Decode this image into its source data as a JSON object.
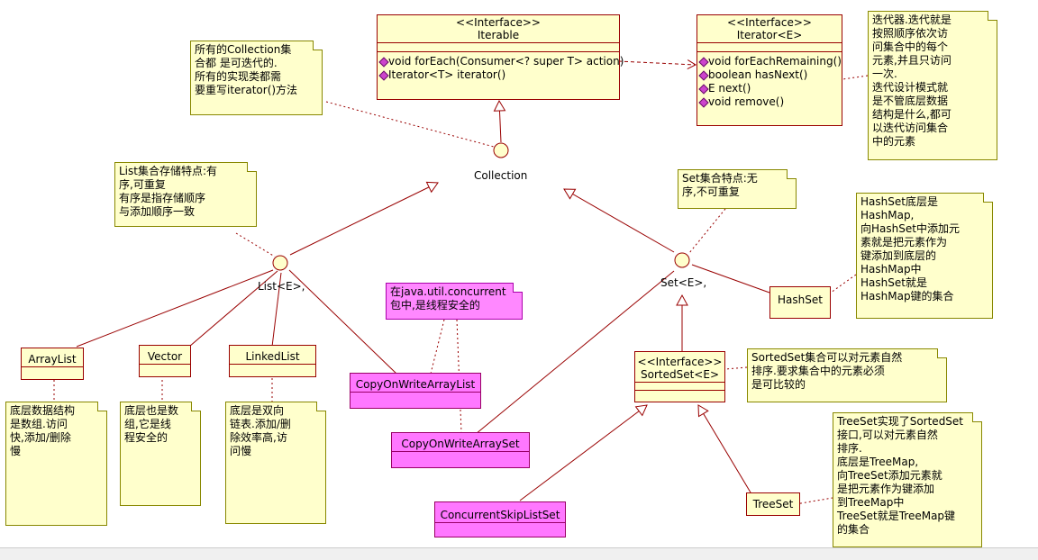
{
  "iterable": {
    "stereotype": "<<Interface>>",
    "name": "Iterable",
    "ops": [
      "void forEach(Consumer<? super T> action)",
      "Iterator<T> iterator()"
    ]
  },
  "iterator": {
    "stereotype": "<<Interface>>",
    "name": "Iterator<E>",
    "ops": [
      "void forEachRemaining()",
      "boolean hasNext()",
      "E next()",
      "void remove()"
    ]
  },
  "sortedset": {
    "stereotype": "<<Interface>>",
    "name": "SortedSet<E>"
  },
  "labels": {
    "collection": "Collection",
    "list": "List<E>,",
    "set": "Set<E>,"
  },
  "classes": {
    "arraylist": "ArrayList",
    "vector": "Vector",
    "linkedlist": "LinkedList",
    "hashset": "HashSet",
    "treeset": "TreeSet",
    "cowal": "CopyOnWriteArrayList",
    "cowas": "CopyOnWriteArraySet",
    "csls": "ConcurrentSkipListSet"
  },
  "notes": {
    "collection": "所有的Collection集\n合都 是可迭代的.\n所有的实现类都需\n要重写iterator()方法",
    "iterator": "迭代器.迭代就是\n按照顺序依次访\n问集合中的每个\n元素,并且只访问\n一次.\n迭代设计模式就\n是不管底层数据\n结构是什么,都可\n以迭代访问集合\n中的元素",
    "list": "List集合存储特点:有\n序,可重复\n有序是指存储顺序\n与添加顺序一致",
    "set": "Set集合特点:无\n序,不可重复",
    "hashset": "HashSet底层是\nHashMap,\n向HashSet中添加元\n素就是把元素作为\n键添加到底层的\nHashMap中\nHashSet就是\nHashMap键的集合",
    "concurrent": "在java.util.concurrent\n包中,是线程安全的",
    "sortedset": "SortedSet集合可以对元素自然\n排序.要求集合中的元素必须\n是可比较的",
    "arraylist": "底层数据结构\n是数组.访问\n快,添加/删除\n慢",
    "vector": "底层也是数\n组,它是线\n程安全的",
    "linkedlist": "底层是双向\n链表.添加/删\n除效率高,访\n问慢",
    "treeset": "TreeSet实现了SortedSet\n接口,可以对元素自然\n排序.\n底层是TreeMap,\n向TreeSet添加元素就\n是把元素作为键添加\n到TreeMap中\nTreeSet就是TreeMap键\n的集合"
  },
  "colors": {
    "class_fill": "#ffffcc",
    "class_border": "#990000",
    "highlight_fill": "#ff77ff"
  }
}
